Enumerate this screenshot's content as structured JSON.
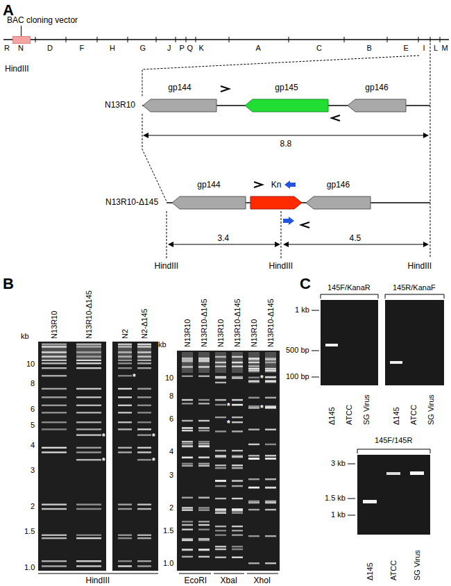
{
  "diagram": {
    "nodes": [
      {
        "text": [
          "BAC cloning vector"
        ]
      },
      {
        "text": [
          "gp144"
        ]
      },
      {
        "text": [
          "gp145"
        ]
      },
      {
        "text": [
          "gp146"
        ]
      },
      {
        "text": [
          "gp144"
        ]
      },
      {
        "text": [
          "Kn"
        ]
      },
      {
        "text": [
          "gp146"
        ]
      }
    ],
    "labels": [
      "A",
      "R",
      "N",
      "D",
      "F",
      "H",
      "G",
      "J",
      "P",
      "Q",
      "K",
      "A",
      "C",
      "B",
      "E",
      "I",
      "L",
      "M",
      "HindIII",
      "N13R10",
      "8.8",
      "N13R10-Δ145",
      "3.4",
      "4.5",
      "HindIII",
      "HindIII",
      "HindIII",
      "B",
      "N13R10",
      "N13R10-Δ145",
      "N2",
      "N2-Δ145",
      "kb",
      "10",
      "8",
      "6",
      "5",
      "4",
      "3",
      "2",
      "1.5",
      "1.0",
      "HindIII",
      "N13R10",
      "N13R10-Δ145",
      "N13R10",
      "N13R10-Δ145",
      "N13R10",
      "N13R10-Δ145",
      "kb",
      "10",
      "8",
      "6",
      "4",
      "3",
      "2",
      "1.5",
      "1.0",
      "EcoRI",
      "XbaI",
      "XhoI",
      "C",
      "145F/KanaR",
      "145R/KanaF",
      "1 kb",
      "500 bp",
      "100 bp",
      "Δ145",
      "ATCC",
      "SG Virus",
      "Δ145",
      "ATCC",
      "SG Virus",
      "145F/145R",
      "3 kb",
      "1.5 kb",
      "1 kb",
      "Δ145",
      "ATCC",
      "SG Virus",
      "*",
      "*",
      "*",
      "*",
      "*",
      "*",
      "*",
      "*",
      "*"
    ]
  }
}
